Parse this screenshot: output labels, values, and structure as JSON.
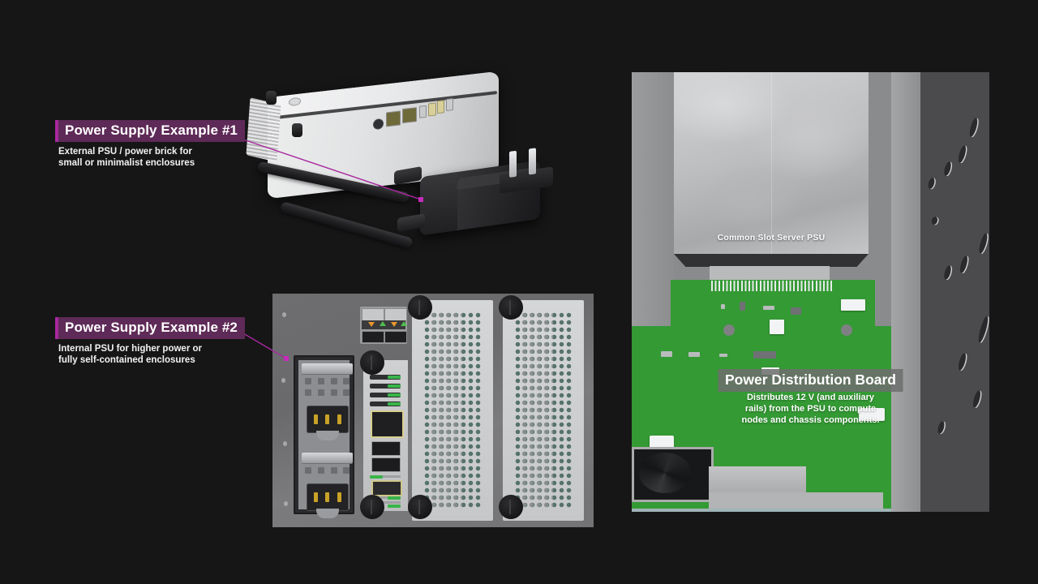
{
  "page": {
    "background_color": "#161616",
    "accent_color": "#a927a0",
    "badge_color": "#5e2a57",
    "pcb_green": "#349a34"
  },
  "callouts": [
    {
      "id": "power-supply-example-1",
      "title": "Power Supply Example #1",
      "subtitle": "External PSU / power brick for\nsmall or minimalist enclosures"
    },
    {
      "id": "power-supply-example-2",
      "title": "Power Supply Example #2",
      "subtitle": "Internal PSU for higher power or\nfully self-contained enclosures"
    }
  ],
  "scenes": {
    "external_psu": {
      "name": "external-psu-render",
      "description": "Mini PC with external power brick and AC plug"
    },
    "internal_psu": {
      "name": "internal-psu-chassis-render",
      "description": "Rear of chassis with internal redundant PSU bays, IO plate and two mesh cards"
    },
    "pdb": {
      "name": "power-distribution-board-render",
      "psu_label": "Common Slot Server PSU",
      "title": "Power Distribution Board",
      "subtitle": "Distributes 12 V (and auxiliary\nrails) from the PSU to compute\nnodes and chassis components."
    }
  }
}
